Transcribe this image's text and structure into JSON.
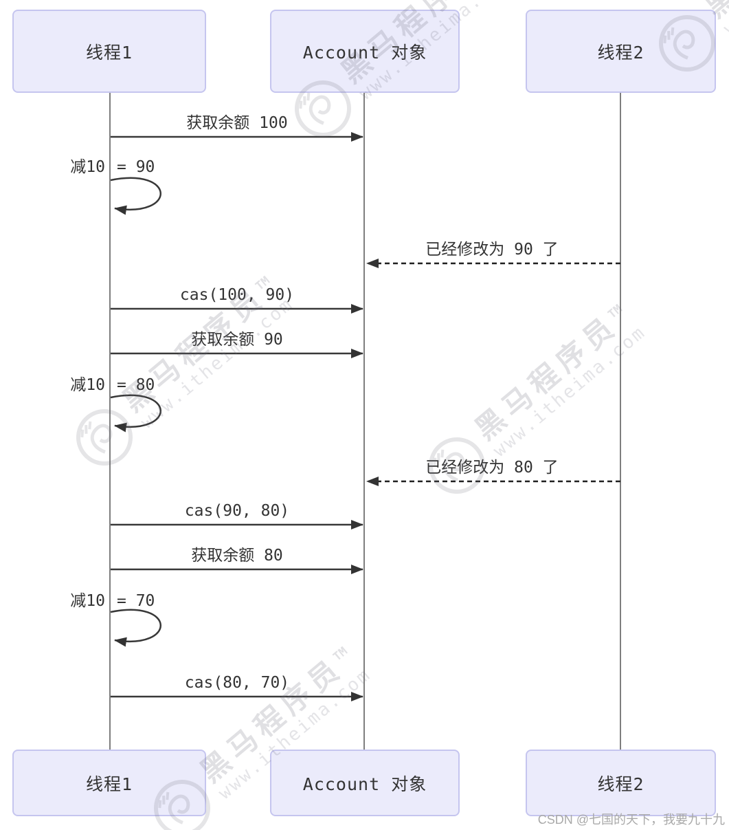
{
  "participants": [
    "线程1",
    "Account 对象",
    "线程2"
  ],
  "messages": {
    "m1": {
      "label": "获取余额 100",
      "from": "线程1",
      "to": "Account 对象",
      "kind": "solid-arrow"
    },
    "m2": {
      "left": "减10",
      "right": "= 90",
      "on": "线程1",
      "kind": "self-loop"
    },
    "m3": {
      "label": "已经修改为 90 了",
      "from": "线程2",
      "to": "Account 对象",
      "kind": "dashed-arrow"
    },
    "m4": {
      "label": "cas(100, 90)",
      "from": "线程1",
      "to": "Account 对象",
      "kind": "solid-arrow"
    },
    "m5": {
      "label": "获取余额 90",
      "from": "线程1",
      "to": "Account 对象",
      "kind": "solid-arrow"
    },
    "m6": {
      "left": "减10",
      "right": "= 80",
      "on": "线程1",
      "kind": "self-loop"
    },
    "m7": {
      "label": "已经修改为 80 了",
      "from": "线程2",
      "to": "Account 对象",
      "kind": "dashed-arrow"
    },
    "m8": {
      "label": "cas(90, 80)",
      "from": "线程1",
      "to": "Account 对象",
      "kind": "solid-arrow"
    },
    "m9": {
      "label": "获取余额 80",
      "from": "线程1",
      "to": "Account 对象",
      "kind": "solid-arrow"
    },
    "m10": {
      "left": "减10",
      "right": "= 70",
      "on": "线程1",
      "kind": "self-loop"
    },
    "m11": {
      "label": "cas(80, 70)",
      "from": "线程1",
      "to": "Account 对象",
      "kind": "solid-arrow"
    }
  },
  "watermark": {
    "brand": "黑马程序员",
    "tm": "TM",
    "url": "www.itheima.com"
  },
  "credit": "CSDN @七国的天下，我要九十九"
}
